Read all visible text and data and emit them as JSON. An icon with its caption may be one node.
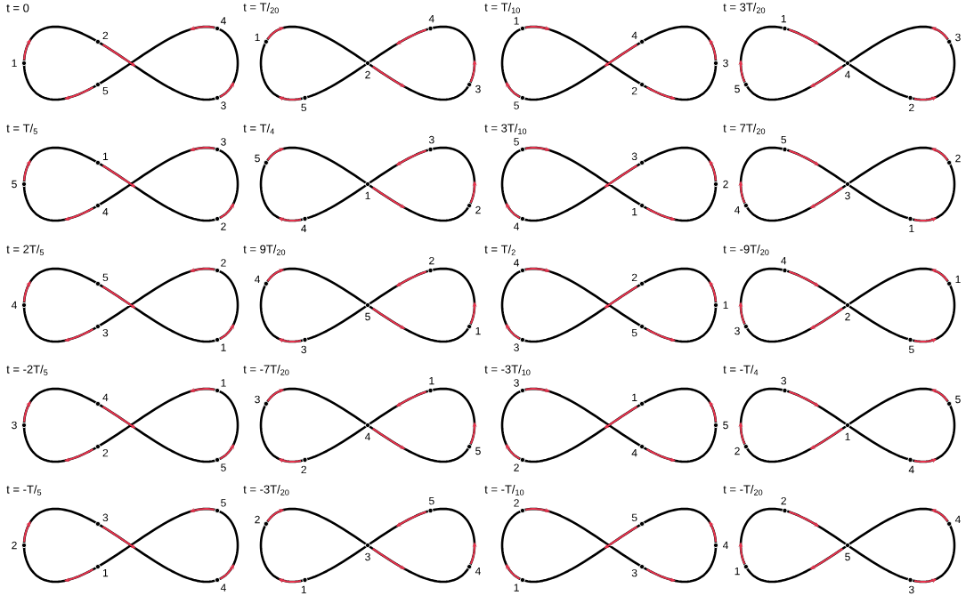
{
  "diagram": {
    "labels": [
      "t = 0",
      "1",
      "2",
      "3",
      "4",
      "5",
      "t = T/$_{20}$",
      "1",
      "2",
      "3",
      "4",
      "5",
      "t = T/$_{10}$",
      "1",
      "2",
      "3",
      "4",
      "5",
      "t = 3T/$_{20}$",
      "1",
      "2",
      "3",
      "4",
      "5",
      "t = T/$_{5}$",
      "1",
      "2",
      "3",
      "4",
      "5",
      "t = T/$_{4}$",
      "1",
      "2",
      "3",
      "4",
      "5",
      "t = 3T/$_{10}$",
      "1",
      "2",
      "3",
      "4",
      "5",
      "t = 7T/$_{20}$",
      "1",
      "2",
      "3",
      "4",
      "5",
      "t = 2T/$_{5}$",
      "1",
      "2",
      "3",
      "4",
      "5",
      "t = 9T/$_{20}$",
      "1",
      "2",
      "3",
      "4",
      "5",
      "t = T/$_{2}$",
      "1",
      "2",
      "3",
      "4",
      "5",
      "t = -9T/$_{20}$",
      "1",
      "2",
      "3",
      "4",
      "5",
      "t = -2T/$_{5}$",
      "1",
      "2",
      "3",
      "4",
      "5",
      "t = -7T/$_{20}$",
      "1",
      "2",
      "3",
      "4",
      "5",
      "t = -3T/$_{10}$",
      "1",
      "2",
      "3",
      "4",
      "5",
      "t = -T/$_{4}$",
      "1",
      "2",
      "3",
      "4",
      "5",
      "t = -T/$_{5}$",
      "1",
      "2",
      "3",
      "4",
      "5",
      "t = -3T/$_{20}$",
      "1",
      "2",
      "3",
      "4",
      "5",
      "t = -T/$_{10}$",
      "1",
      "2",
      "3",
      "4",
      "5",
      "t = -T/$_{20}$",
      "1",
      "2",
      "3",
      "4",
      "5"
    ]
  }
}
